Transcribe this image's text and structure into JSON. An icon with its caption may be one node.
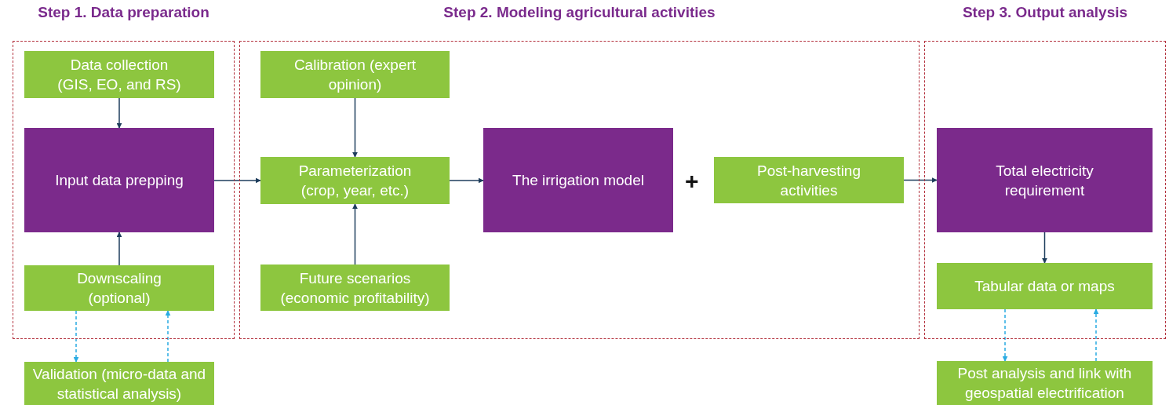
{
  "diagram": {
    "nodes": [
      {
        "text": [
          "Step 1. Data preparation"
        ]
      },
      {
        "text": [
          "Data collection (GIS, EO, and RS)"
        ],
        "in": 0
      },
      {
        "text": [
          "Input data prepping"
        ],
        "in": 0
      },
      {
        "text": [
          "Downscaling (optional)"
        ],
        "in": 0
      },
      {
        "text": [
          "Validation (micro-data and statistical analysis)"
        ]
      },
      {
        "text": [
          "Step 2. Modeling agricultural activities"
        ]
      },
      {
        "text": [
          "Calibration (expert opinion)"
        ],
        "in": 5
      },
      {
        "text": [
          "Parameterization (crop, year, etc.)"
        ],
        "in": 5
      },
      {
        "text": [
          "Future scenarios (economic profitability)"
        ],
        "in": 5
      },
      {
        "text": [
          "The irrigation model"
        ],
        "in": 5
      },
      {
        "text": [
          "Post-harvesting activities"
        ],
        "in": 5
      },
      {
        "text": [
          "Step 3. Output analysis"
        ]
      },
      {
        "text": [
          "Total electricity requirement"
        ],
        "in": 11
      },
      {
        "text": [
          "Tabular data or maps"
        ],
        "in": 11
      },
      {
        "text": [
          "Post analysis and link with geospatial electrification"
        ]
      }
    ],
    "edges": [
      {
        "from": 1,
        "to": 2,
        "arrow": "to"
      },
      {
        "from": 3,
        "to": 2,
        "arrow": "to"
      },
      {
        "from": 3,
        "to": 4,
        "arrow": "to",
        "style": "dashed",
        "color": "#29abe2"
      },
      {
        "from": 4,
        "to": 3,
        "arrow": "to",
        "style": "dashed",
        "color": "#29abe2"
      },
      {
        "from": 2,
        "to": 7,
        "arrow": "to"
      },
      {
        "from": 6,
        "to": 7,
        "arrow": "to"
      },
      {
        "from": 8,
        "to": 7,
        "arrow": "to"
      },
      {
        "from": 7,
        "to": 9,
        "arrow": "to"
      },
      {
        "from": 10,
        "to": 12,
        "arrow": "to"
      },
      {
        "from": 12,
        "to": 13,
        "arrow": "to"
      },
      {
        "from": 13,
        "to": 14,
        "arrow": "to",
        "style": "dashed",
        "color": "#29abe2"
      },
      {
        "from": 14,
        "to": 13,
        "arrow": "to",
        "style": "dashed",
        "color": "#29abe2"
      }
    ],
    "labels": [
      "+"
    ]
  }
}
